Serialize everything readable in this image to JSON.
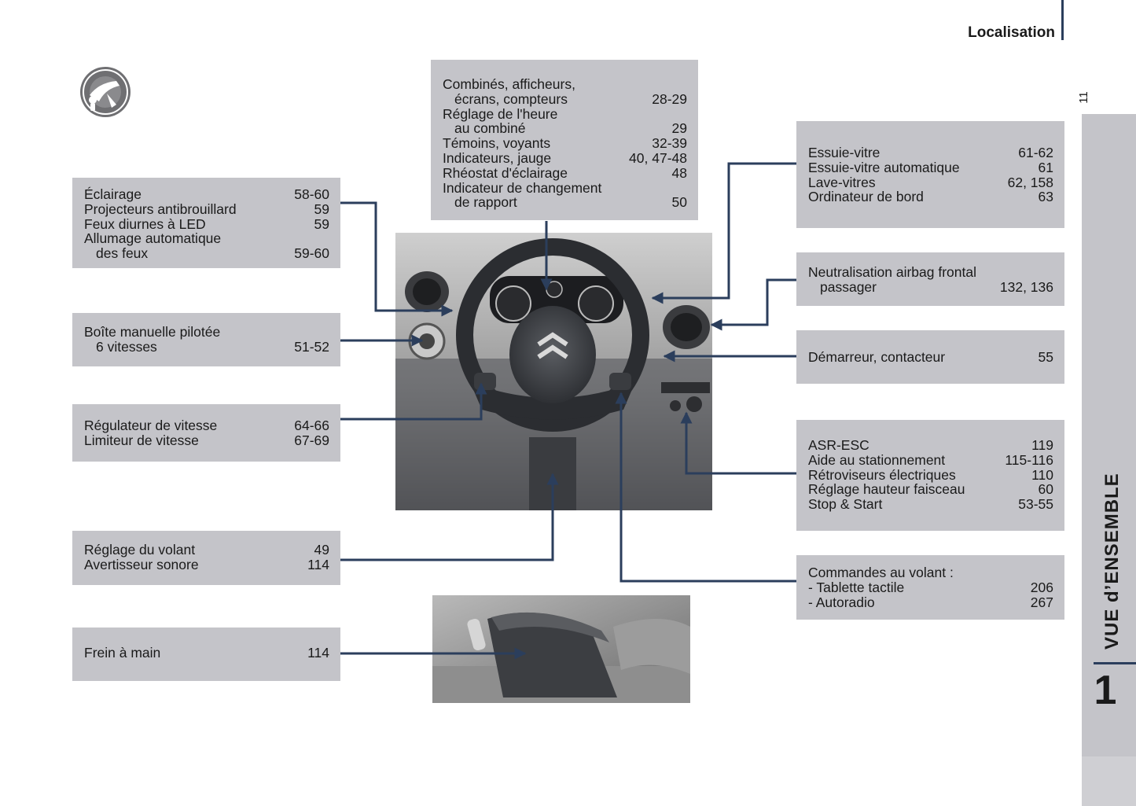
{
  "header": {
    "title": "Localisation",
    "page_number": "11"
  },
  "side_tab": {
    "label": "VUE d’ENSEMBLE",
    "chapter": "1"
  },
  "boxes": {
    "combines": {
      "rows": [
        {
          "label": "Combinés, afficheurs,",
          "page": ""
        },
        {
          "label": "écrans, compteurs",
          "page": "28-29"
        },
        {
          "label": "Réglage de l'heure",
          "page": ""
        },
        {
          "label": "au combiné",
          "page": "29"
        },
        {
          "label": "Témoins, voyants",
          "page": "32-39"
        },
        {
          "label": "Indicateurs, jauge",
          "page": "40, 47-48"
        },
        {
          "label": "Rhéostat d'éclairage",
          "page": "48"
        },
        {
          "label": "Indicateur de changement",
          "page": ""
        },
        {
          "label": "de rapport",
          "page": "50"
        }
      ]
    },
    "eclairage": {
      "rows": [
        {
          "label": "Éclairage",
          "page": "58-60"
        },
        {
          "label": "Projecteurs antibrouillard",
          "page": "59"
        },
        {
          "label": "Feux diurnes à LED",
          "page": "59"
        },
        {
          "label": "Allumage automatique",
          "page": ""
        },
        {
          "label": "des feux",
          "page": "59-60"
        }
      ]
    },
    "boite": {
      "rows": [
        {
          "label": "Boîte manuelle pilotée",
          "page": ""
        },
        {
          "label": "6 vitesses",
          "page": "51-52"
        }
      ]
    },
    "regulateur": {
      "rows": [
        {
          "label": "Régulateur de vitesse",
          "page": "64-66"
        },
        {
          "label": "Limiteur de vitesse",
          "page": "67-69"
        }
      ]
    },
    "volant": {
      "rows": [
        {
          "label": "Réglage du volant",
          "page": "49"
        },
        {
          "label": "Avertisseur sonore",
          "page": "114"
        }
      ]
    },
    "frein": {
      "rows": [
        {
          "label": "Frein à main",
          "page": "114"
        }
      ]
    },
    "essuie": {
      "rows": [
        {
          "label": "Essuie-vitre",
          "page": "61-62"
        },
        {
          "label": "Essuie-vitre automatique",
          "page": "61"
        },
        {
          "label": "Lave-vitres",
          "page": "62, 158"
        },
        {
          "label": "Ordinateur de bord",
          "page": "63"
        }
      ]
    },
    "airbag": {
      "rows": [
        {
          "label": "Neutralisation airbag frontal",
          "page": ""
        },
        {
          "label": "passager",
          "page": "132, 136"
        }
      ]
    },
    "demarreur": {
      "rows": [
        {
          "label": "Démarreur, contacteur",
          "page": "55"
        }
      ]
    },
    "asr": {
      "rows": [
        {
          "label": "ASR-ESC",
          "page": "119"
        },
        {
          "label": "Aide au stationnement",
          "page": "115-116"
        },
        {
          "label": "Rétroviseurs électriques",
          "page": "110"
        },
        {
          "label": "Réglage hauteur faisceau",
          "page": "60"
        },
        {
          "label": "Stop & Start",
          "page": "53-55"
        }
      ]
    },
    "commandes": {
      "rows": [
        {
          "label": "Commandes au volant :",
          "page": ""
        },
        {
          "label": "-  Tablette tactile",
          "page": "206"
        },
        {
          "label": "-  Autoradio",
          "page": "267"
        }
      ]
    }
  },
  "colors": {
    "box_bg": "#c4c4c9",
    "leader": "#2b3e5c"
  }
}
